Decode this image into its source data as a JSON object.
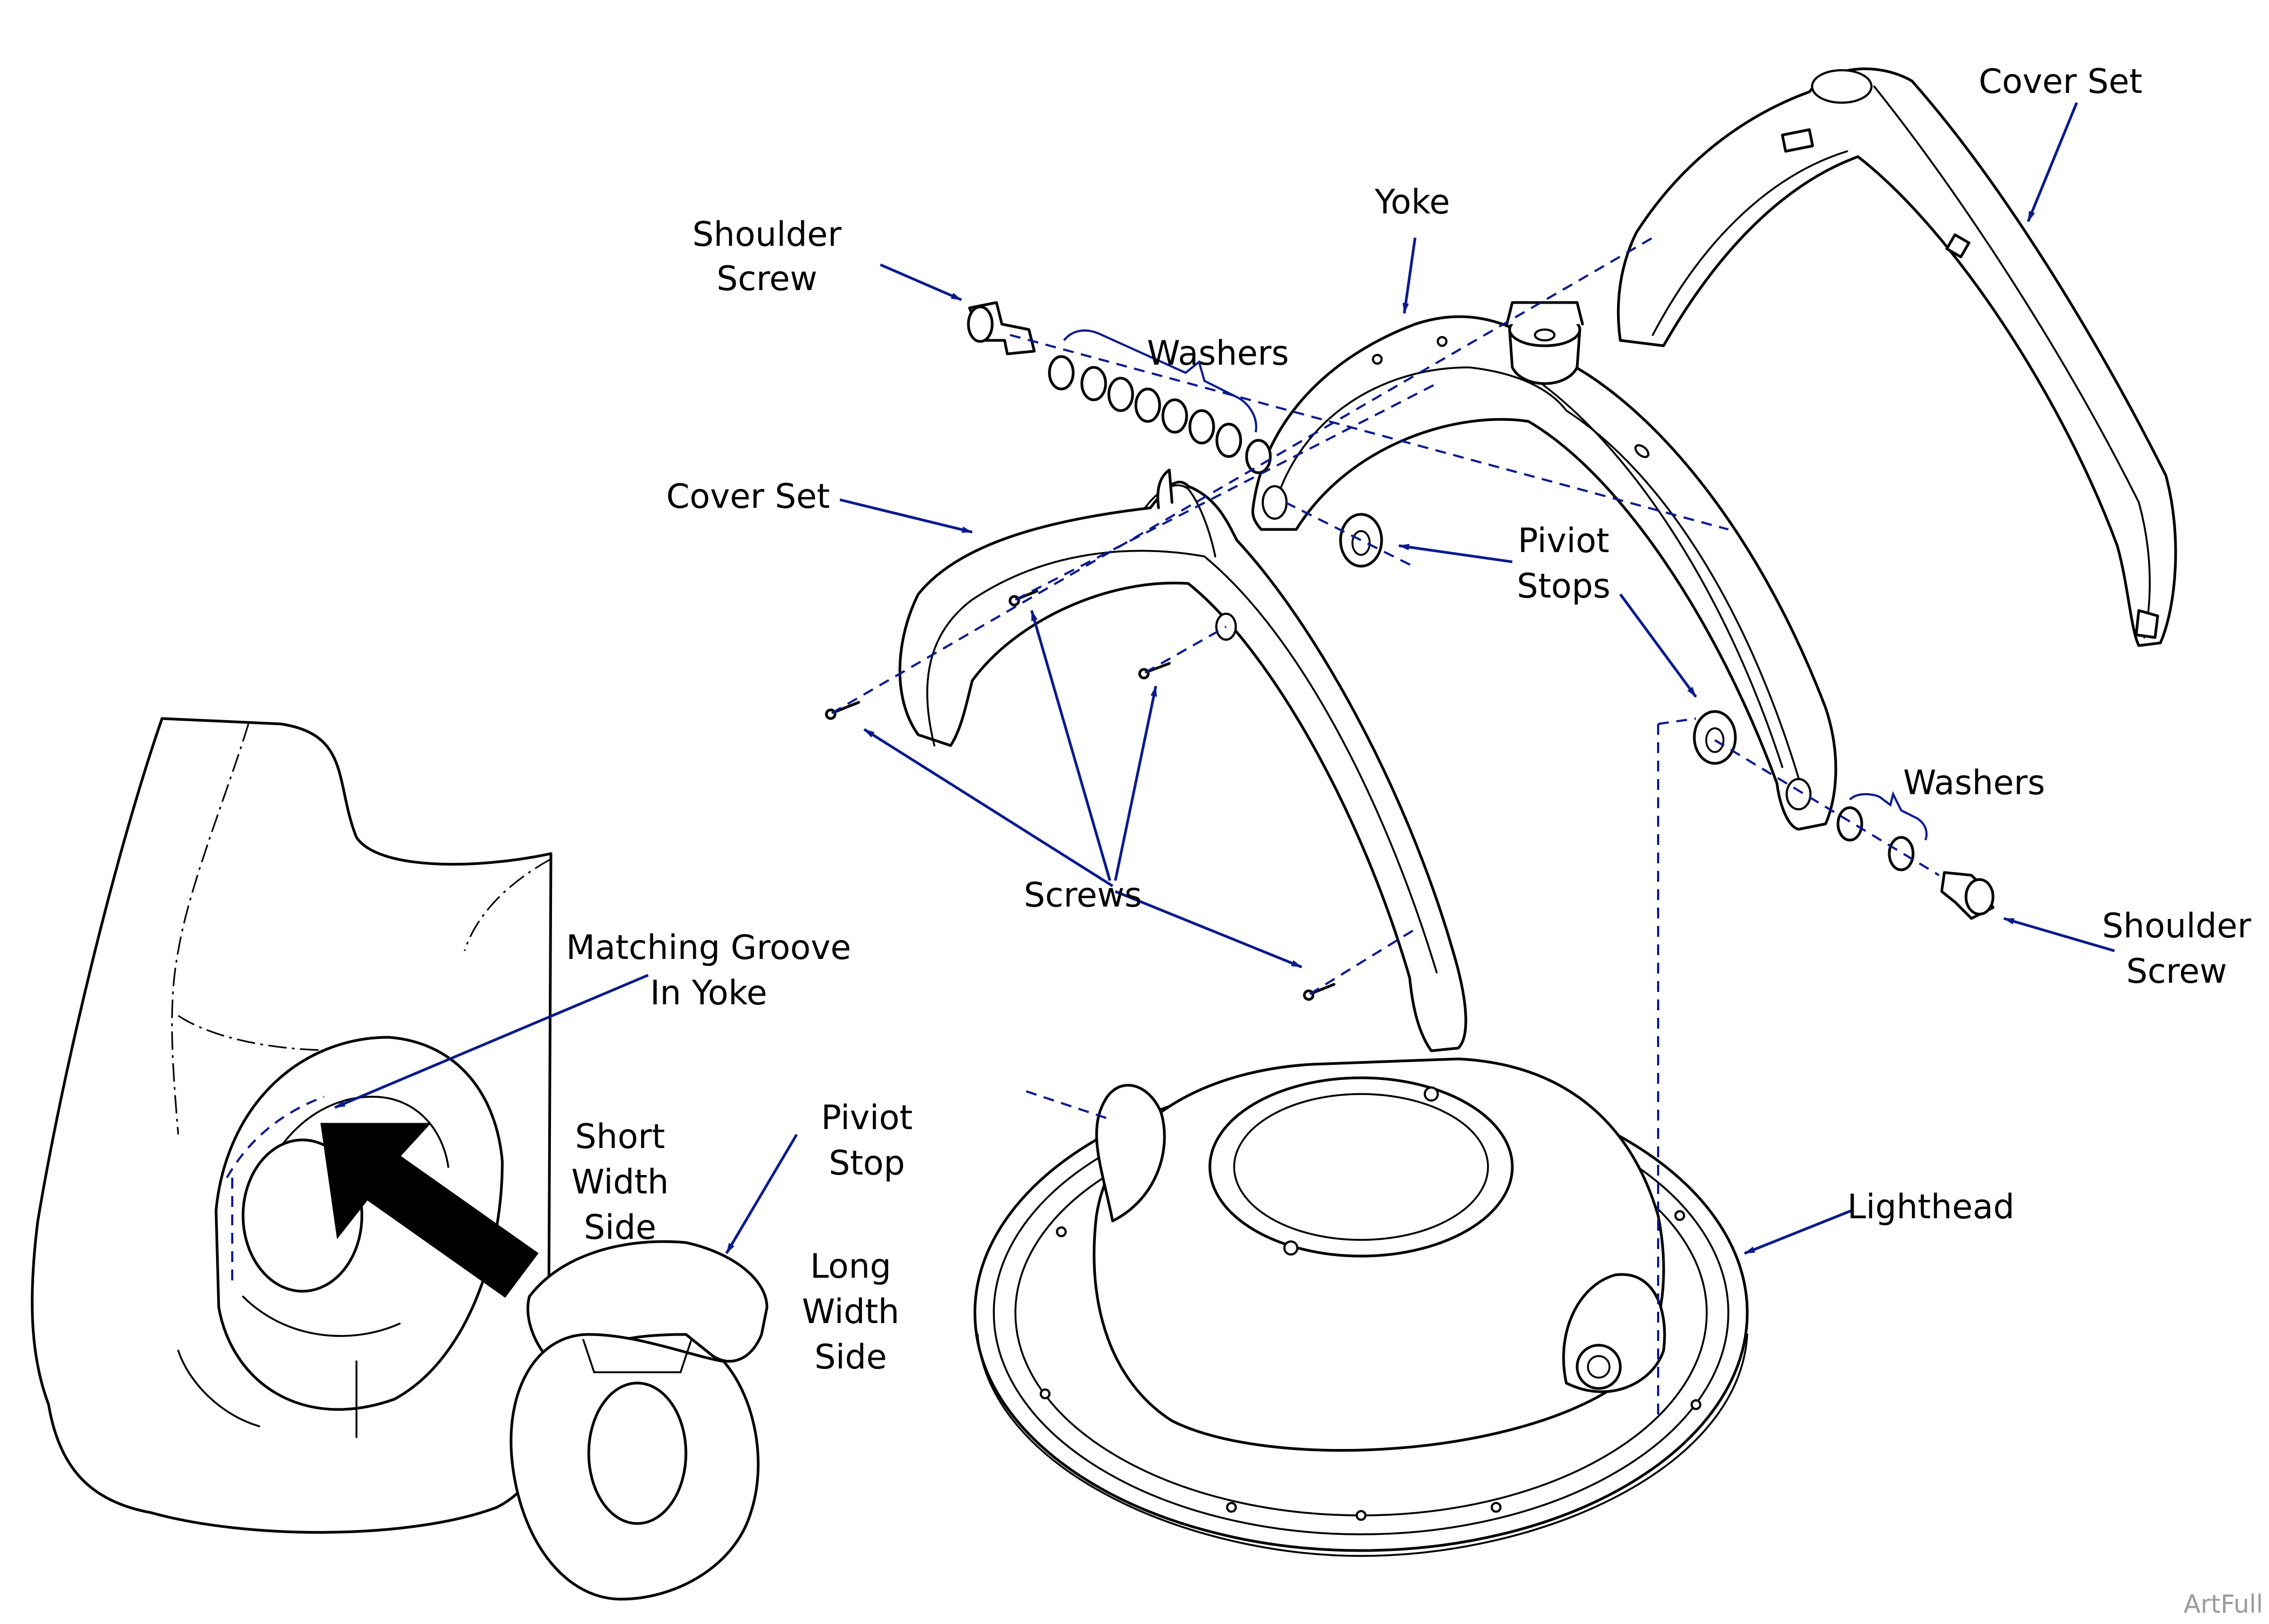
{
  "labels": {
    "cover_set_top": "Cover Set",
    "yoke": "Yoke",
    "shoulder_screw_left": "Shoulder\nScrew",
    "washers_left": "Washers",
    "cover_set_left": "Cover Set",
    "piviot_stops": "Piviot\nStops",
    "washers_right": "Washers",
    "shoulder_screw_right": "Shoulder\nScrew",
    "screws": "Screws",
    "matching_groove": "Matching Groove\nIn Yoke",
    "short_width_side": "Short\nWidth\nSide",
    "piviot_stop": "Piviot\nStop",
    "long_width_side": "Long\nWidth\nSide",
    "lighthead": "Lighthead"
  },
  "watermark": "ArtFull",
  "colors": {
    "line": "#000000",
    "leader": "#0a1a8c",
    "arrow": "#000000"
  }
}
